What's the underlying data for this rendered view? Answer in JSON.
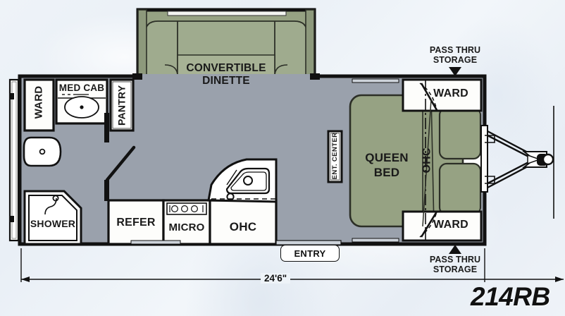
{
  "floorplan": {
    "model": "214RB",
    "length_label": "24'6\"",
    "entry_label": "ENTRY",
    "callouts": [
      {
        "id": "pass-thru-top",
        "line1": "PASS THRU",
        "line2": "STORAGE"
      },
      {
        "id": "pass-thru-bottom",
        "line1": "PASS THRU",
        "line2": "STORAGE"
      }
    ],
    "rooms": [
      {
        "id": "ward-rear",
        "label": "WARD"
      },
      {
        "id": "med-cab",
        "label": "MED CAB"
      },
      {
        "id": "pantry",
        "label": "PANTRY"
      },
      {
        "id": "shower",
        "label": "SHOWER"
      },
      {
        "id": "refer",
        "label": "REFER"
      },
      {
        "id": "micro",
        "label": "MICRO"
      },
      {
        "id": "ohc-kitchen",
        "label": "OHC"
      },
      {
        "id": "dinette",
        "label1": "CONVERTIBLE",
        "label2": "DINETTE"
      },
      {
        "id": "ent-center",
        "label": "ENT. CENTER"
      },
      {
        "id": "queen-bed",
        "label1": "QUEEN",
        "label2": "BED"
      },
      {
        "id": "ohc-bed",
        "label": "OHC"
      },
      {
        "id": "ward-front-top",
        "label": "WARD"
      },
      {
        "id": "ward-front-bottom",
        "label": "WARD"
      }
    ],
    "colors": {
      "background": "#eef3f8",
      "floor": "#9aa1ac",
      "furniture_green": "#96a283",
      "cabinet_white": "#fdfdfb",
      "outline": "#111111"
    }
  }
}
